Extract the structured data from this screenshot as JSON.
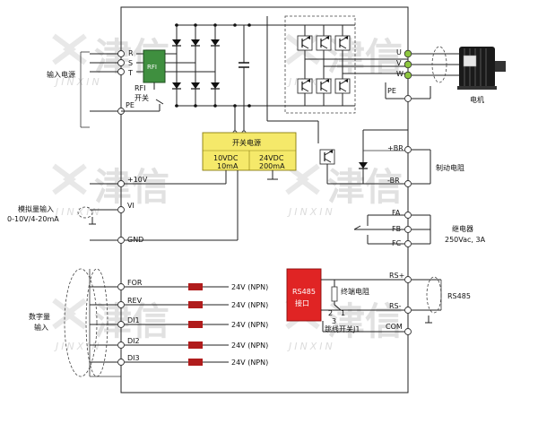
{
  "watermark": {
    "text": "津信",
    "subtext": "JINXIN"
  },
  "power_input": {
    "label": "输入电源",
    "terminals": [
      "R",
      "S",
      "T",
      "PE"
    ]
  },
  "rfi": {
    "label": "RFI",
    "switch_label": "RFI",
    "switch_sub": "开关"
  },
  "power_supply": {
    "title": "开关电源",
    "left_voltage": "10VDC",
    "left_current": "10mA",
    "right_voltage": "24VDC",
    "right_current": "200mA"
  },
  "left_terminals": {
    "plus10": "+10V",
    "vi": "VI",
    "gnd": "GND"
  },
  "analog_input": {
    "line1": "模拟量输入",
    "line2": "0-10V/4-20mA"
  },
  "digital_input": {
    "line1": "数字量",
    "line2": "输入",
    "terminals": [
      "FOR",
      "REV",
      "DI1",
      "DI2",
      "DI3"
    ],
    "rating": "24V (NPN)"
  },
  "output": {
    "terminals": [
      "U",
      "V",
      "W",
      "PE"
    ],
    "motor_label": "电机"
  },
  "brake": {
    "terminals": [
      "+BR",
      "-BR"
    ],
    "label": "制动电阻"
  },
  "relay": {
    "terminals": [
      "FA",
      "FB",
      "FC"
    ],
    "label": "继电器",
    "rating": "250Vac, 3A"
  },
  "rs485": {
    "block_line1": "RS485",
    "block_line2": "接口",
    "resistor_label": "终端电阻",
    "pin2": "2",
    "pin1": "1",
    "pin3": "3",
    "jumper_label": "跳线开关J1",
    "terminals": [
      "RS+",
      "RS-"
    ],
    "ext_label": "RS485",
    "com": "COM"
  },
  "colors": {
    "rfi_fill": "#3f8f3f",
    "psu_fill": "#f5e96a",
    "rs485_fill": "#e02424",
    "resistor": "#b01c1c",
    "terminal_green": "#8dc63f"
  }
}
